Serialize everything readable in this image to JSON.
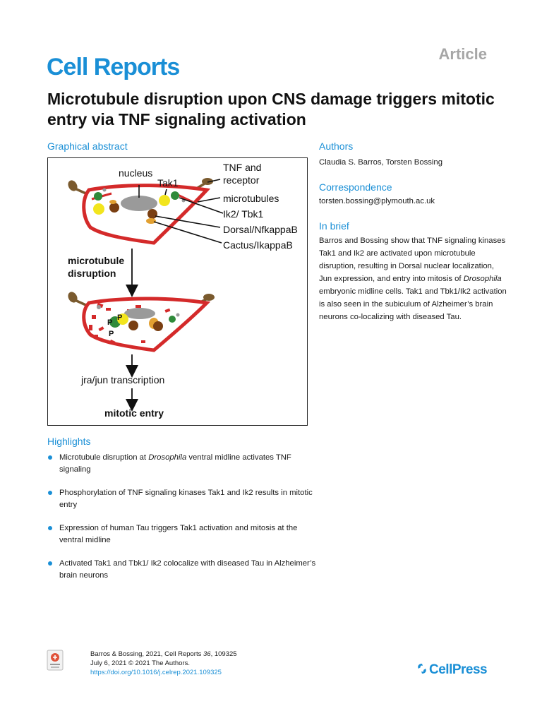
{
  "header": {
    "journal": "Cell Reports",
    "article_type": "Article",
    "title": "Microtubule disruption upon CNS damage triggers mitotic entry via TNF signaling activation"
  },
  "graphical_abstract": {
    "heading": "Graphical abstract",
    "labels": {
      "nucleus": "nucleus",
      "tak1": "Tak1",
      "tnf_line1": "TNF and",
      "tnf_line2": "receptor",
      "microtubules": "microtubules",
      "ik2": "Ik2/ Tbk1",
      "dorsal": "Dorsal/NfkappaB",
      "cactus": "Cactus/IkappaB",
      "step1_line1": "microtubule",
      "step1_line2": "disruption",
      "step2": "jra/jun transcription",
      "step3": "mitotic entry",
      "phospho": "P"
    }
  },
  "authors": {
    "heading": "Authors",
    "names": "Claudia S. Barros, Torsten Bossing"
  },
  "correspondence": {
    "heading": "Correspondence",
    "email": "torsten.bossing@plymouth.ac.uk"
  },
  "in_brief": {
    "heading": "In brief",
    "text_1": "Barros and Bossing show that TNF signaling kinases Tak1 and Ik2 are activated upon microtubule disruption, resulting in Dorsal nuclear localization, Jun expression, and entry into mitosis of ",
    "text_em": "Drosophila",
    "text_2": " embryonic midline cells. Tak1 and Tbk1/Ik2 activation is also seen in the subiculum of Alzheimer’s brain neurons co-localizing with diseased Tau."
  },
  "highlights": {
    "heading": "Highlights",
    "items": [
      {
        "a": "Microtubule disruption at ",
        "em": "Drosophila",
        "b": " ventral midline activates TNF signaling"
      },
      {
        "a": "Phosphorylation of TNF signaling kinases Tak1 and Ik2 results in mitotic entry",
        "em": "",
        "b": ""
      },
      {
        "a": "Expression of human Tau triggers Tak1 activation and mitosis at the ventral midline",
        "em": "",
        "b": ""
      },
      {
        "a": "Activated Tak1 and Tbk1/ Ik2 colocalize with diseased Tau in Alzheimer’s brain neurons",
        "em": "",
        "b": ""
      }
    ]
  },
  "footer": {
    "citation_prefix": "Barros & Bossing, 2021, Cell Reports ",
    "volume": "36",
    "citation_suffix": ", 109325",
    "date_line": "July 6, 2021 © 2021 The Authors.",
    "doi": "https://doi.org/10.1016/j.celrep.2021.109325",
    "publisher": "CellPress"
  },
  "colors": {
    "accent_blue": "#1a8fd6",
    "membrane_red": "#d42a2a",
    "tak1_yellow": "#f2e51d",
    "ik2_green": "#2f8a3a",
    "dorsal_brown": "#7a3f12",
    "cactus_orange": "#e2a031",
    "receptor_brown": "#7a5a2e",
    "nucleus_gray": "#9a9a9a"
  }
}
